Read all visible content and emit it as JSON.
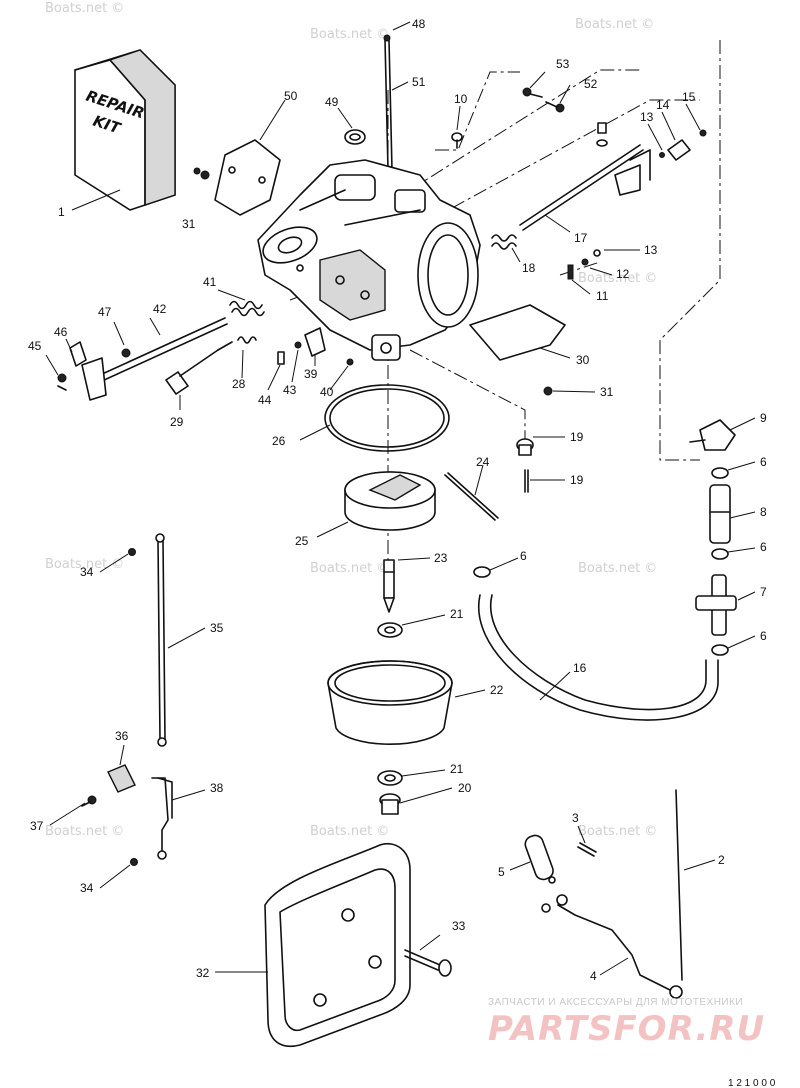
{
  "watermark": "Boats.net ©",
  "kit_label": [
    "REPAIR",
    "KIT"
  ],
  "callouts": [
    "1",
    "2",
    "3",
    "4",
    "5",
    "6",
    "7",
    "8",
    "9",
    "10",
    "11",
    "12",
    "13",
    "14",
    "15",
    "16",
    "17",
    "18",
    "19",
    "20",
    "21",
    "22",
    "23",
    "24",
    "25",
    "26",
    "28",
    "29",
    "30",
    "31",
    "32",
    "33",
    "34",
    "35",
    "36",
    "37",
    "38",
    "39",
    "40",
    "41",
    "42",
    "43",
    "44",
    "45",
    "46",
    "47",
    "48",
    "49",
    "50",
    "51",
    "52",
    "53"
  ],
  "brand": {
    "tagline": "ЗАПЧАСТИ И АКСЕССУАРЫ ДЛЯ МОТОТЕХНИКИ",
    "name": "PARTSFOR.RU"
  },
  "footer_code": "1 2 1  0  0 0"
}
